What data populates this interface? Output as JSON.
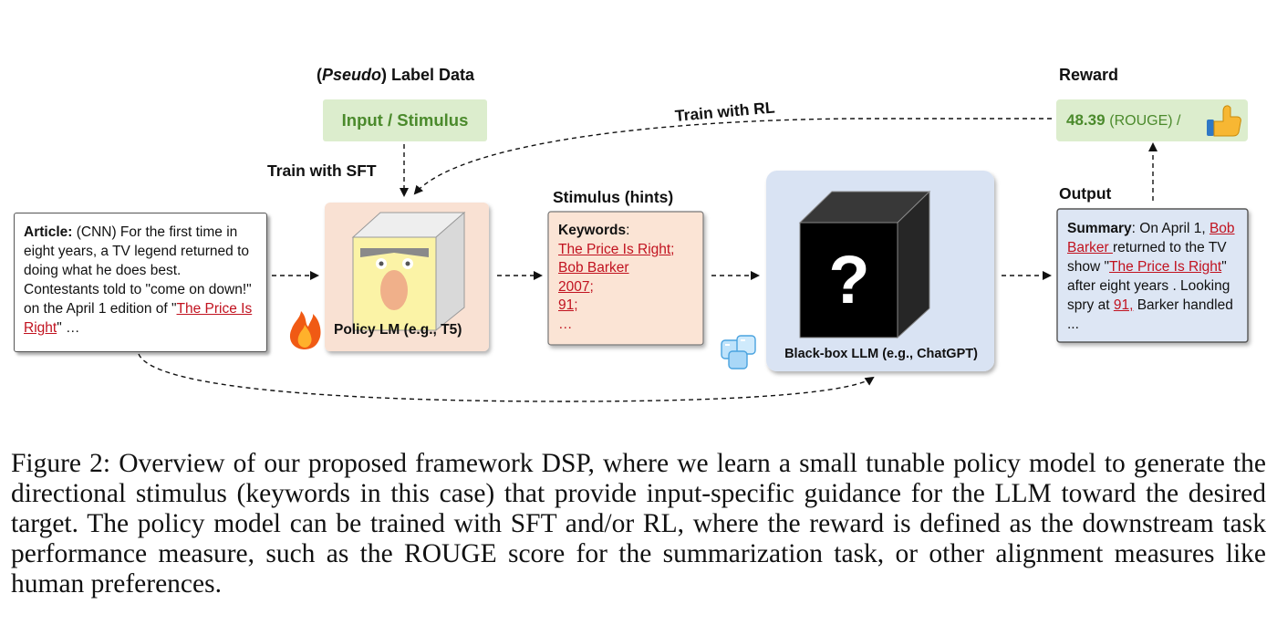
{
  "labels": {
    "label_data_prefix": "(",
    "label_data_italic": "Pseudo",
    "label_data_suffix": ") Label Data",
    "reward": "Reward",
    "train_sft": "Train with SFT",
    "train_rl": "Train with RL",
    "stimulus_hints": "Stimulus (hints)",
    "output": "Output",
    "policy_lm": "Policy LM (e.g., T5)",
    "blackbox_llm": "Black-box LLM (e.g., ChatGPT)"
  },
  "input_stimulus": "Input / Stimulus",
  "reward_box": {
    "score": "48.39",
    "metric": "(ROUGE) /"
  },
  "article": {
    "label": "Article:",
    "text": " (CNN) For the first time in eight years, a TV legend returned to doing what he does best. Contestants told to \"come on down!\" on the April 1 edition of \"",
    "link": "The Price Is Right",
    "tail": "\" …"
  },
  "stimulus": {
    "label": "Keywords",
    "colon": ":",
    "k1": "The Price Is Right;",
    "k2": "Bob Barker",
    "k3": "2007;",
    "k4": "91;",
    "more": "…"
  },
  "summary": {
    "label": "Summary",
    "t1": ": On April 1, ",
    "l1": "Bob Barker ",
    "t2": "returned to the TV show \"",
    "l2": "The Price Is Right",
    "t3": "\" after eight years . Looking spry at ",
    "l3": "91,",
    "t4": " Barker handled ..."
  },
  "icons": {
    "fire": "fire-icon",
    "ice": "ice-cube-icon",
    "thumb": "thumbs-up-icon",
    "question": "question-mark-icon"
  },
  "colors": {
    "green_box": "#dcedcd",
    "green_text": "#4b8a2c",
    "policy_bg": "#f9e1d3",
    "stimulus_bg": "#fbe4d5",
    "blackbox_bg": "#d9e3f3",
    "summary_bg": "#dde6f4",
    "link_red": "#c1121f"
  },
  "caption": "Figure 2: Overview of our proposed framework DSP, where we learn a small tunable policy model to generate the directional stimulus (keywords in this case) that provide input-specific guidance for the LLM toward the desired target. The policy model can be trained with SFT and/or RL, where the reward is defined as the downstream task performance measure, such as the ROUGE score for the summarization task, or other alignment measures like human preferences."
}
